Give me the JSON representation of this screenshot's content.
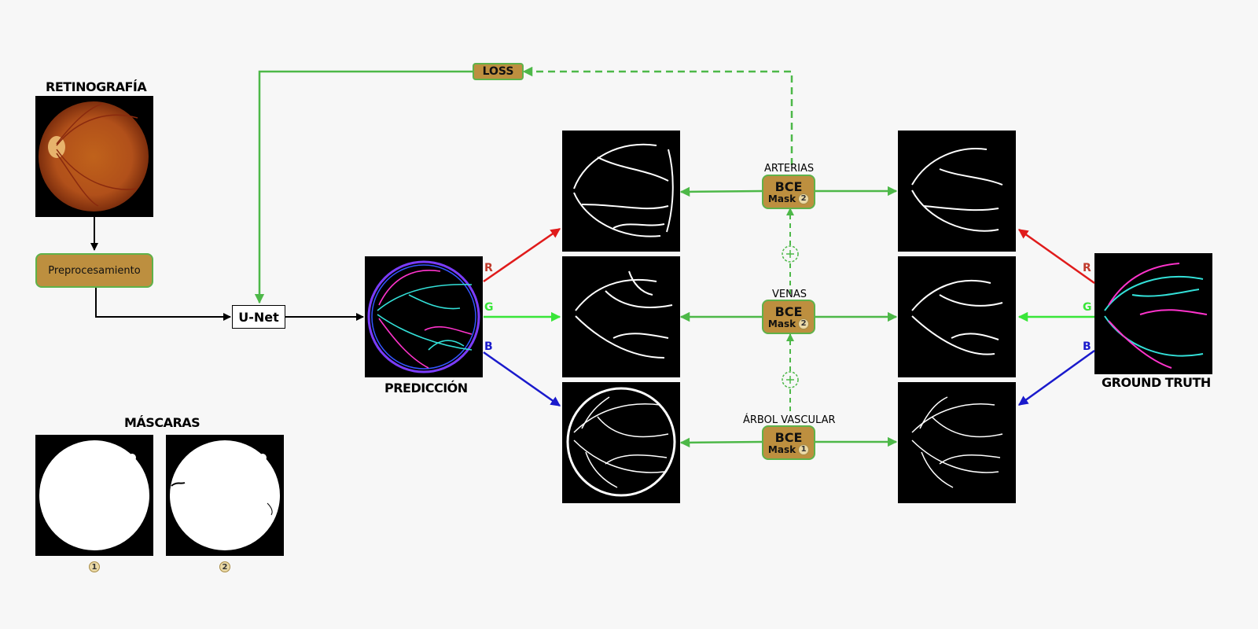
{
  "labels": {
    "retinografia": "RETINOGRAFÍA",
    "preprocesamiento": "Preprocesamiento",
    "unet": "U-Net",
    "prediccion": "PREDICCIÓN",
    "mascaras": "MÁSCARAS",
    "ground_truth": "GROUND TRUTH",
    "loss": "LOSS",
    "arterias": "ARTERIAS",
    "venas": "VENAS",
    "arbol": "ÁRBOL VASCULAR",
    "bce": "BCE",
    "mask": "Mask",
    "r": "R",
    "g": "G",
    "b": "B",
    "badge1": "1",
    "badge2": "2"
  },
  "colors": {
    "green": "#4db848",
    "node_fill": "#bd8f3f",
    "red": "#e01b1b",
    "bright_green": "#39e639",
    "blue": "#1a1acc"
  }
}
